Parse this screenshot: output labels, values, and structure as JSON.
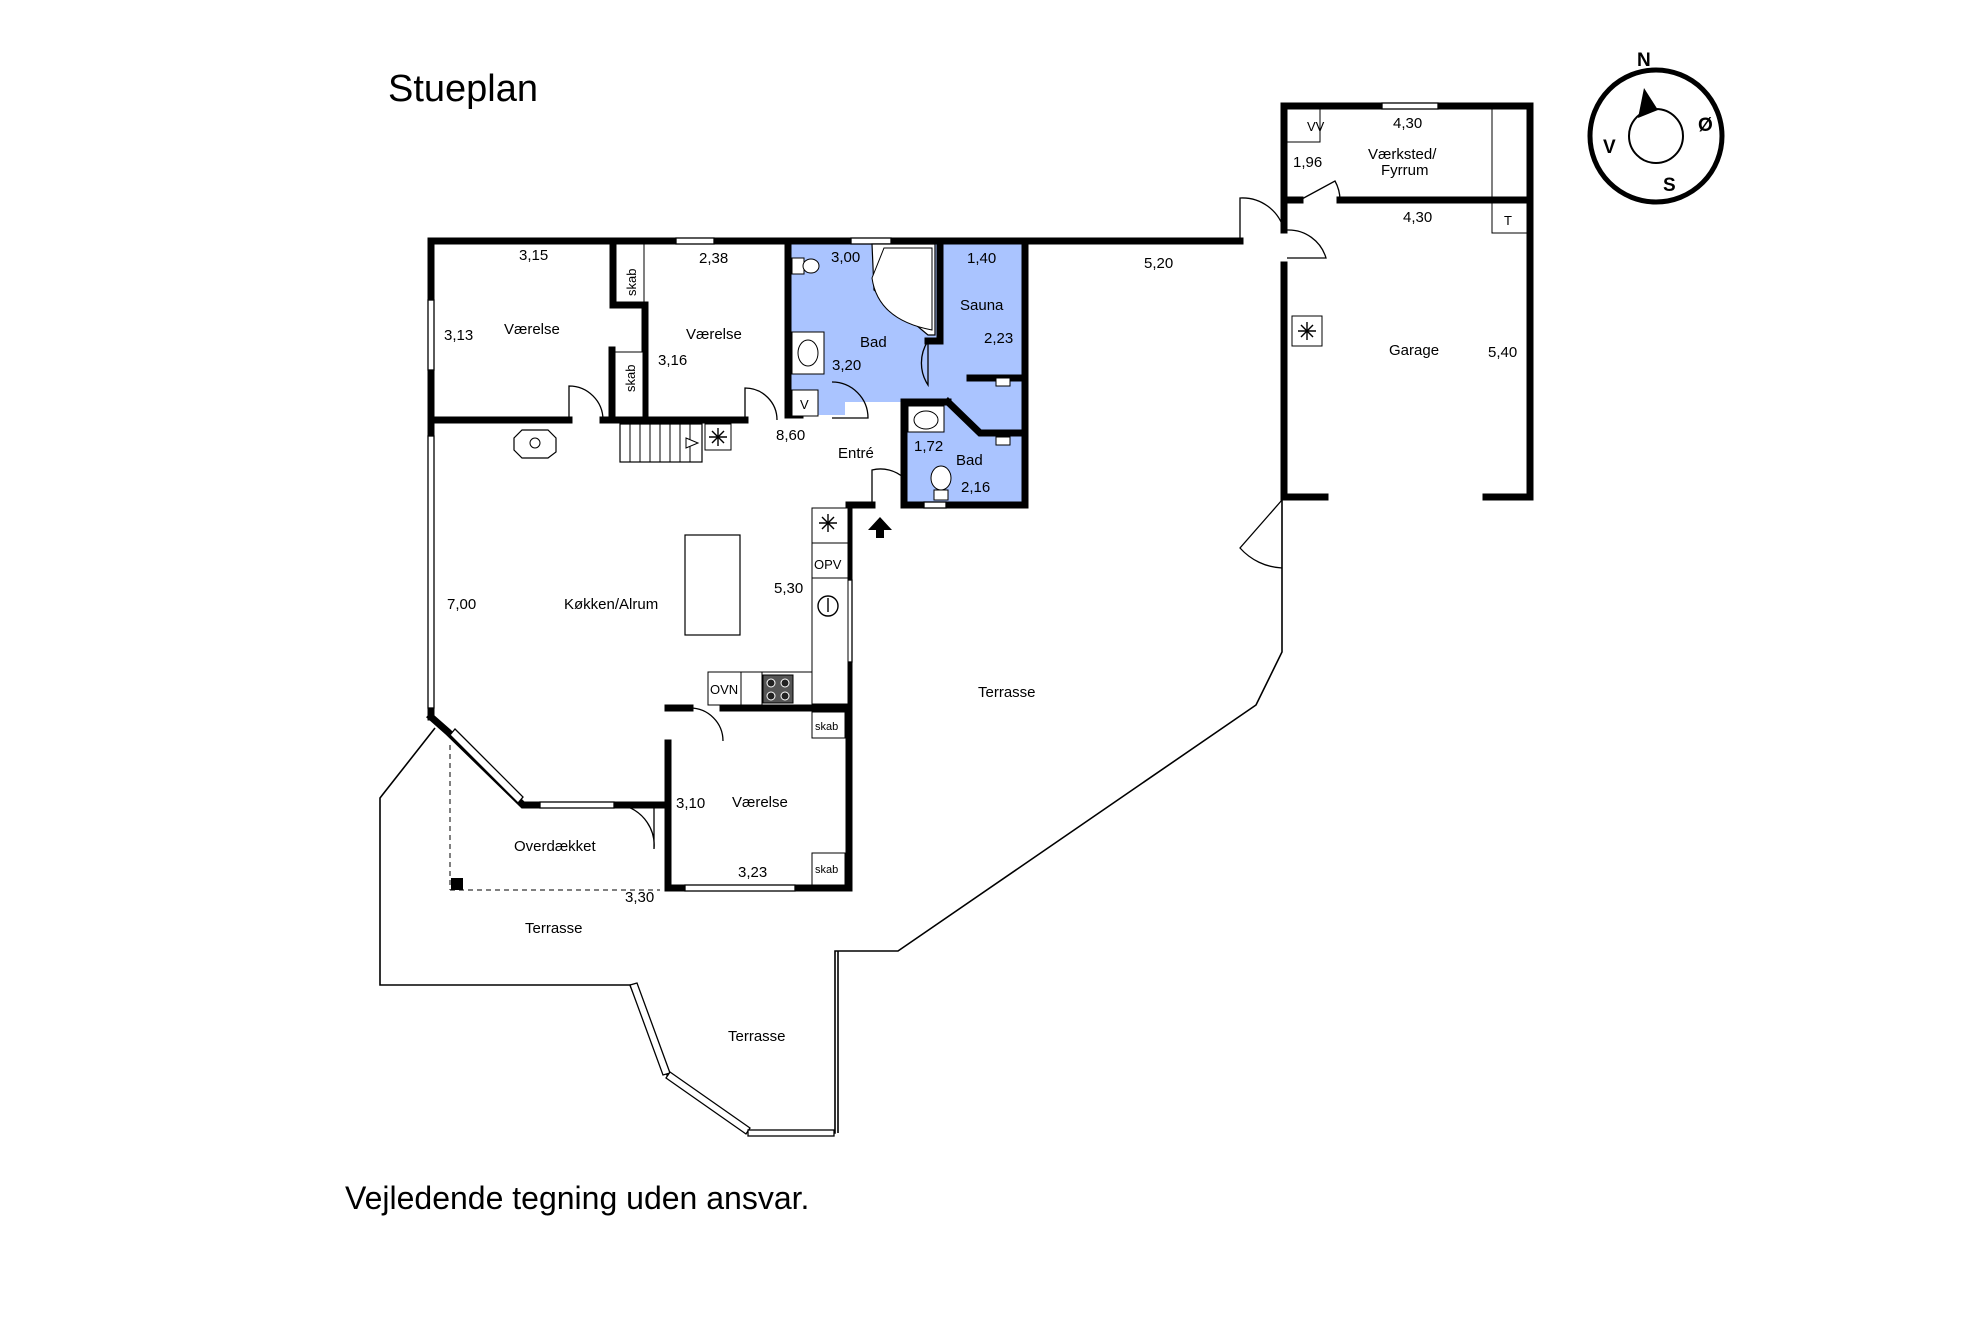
{
  "title": "Stueplan",
  "disclaimer": "Vejledende tegning uden ansvar.",
  "compass": {
    "north": "N",
    "south": "S",
    "east": "Ø",
    "west": "V"
  },
  "rooms": {
    "vaerelse_1": "Værelse",
    "vaerelse_2": "Værelse",
    "bad_1": "Bad",
    "sauna": "Sauna",
    "bad_2": "Bad",
    "entre": "Entré",
    "koekken": "Køkken/Alrum",
    "vaerelse_3": "Værelse",
    "overdaekket": "Overdækket",
    "terrasse_main": "Terrasse",
    "terrasse_left": "Terrasse",
    "terrasse_bottom": "Terrasse",
    "vaerksted_line1": "Værksted/",
    "vaerksted_line2": "Fyrrum",
    "garage": "Garage"
  },
  "fixtures": {
    "skab_1": "skab",
    "skab_2": "skab",
    "skab_3": "skab",
    "skab_4": "skab",
    "v": "V",
    "opv": "OPV",
    "ovn": "OVN",
    "vv": "VV",
    "t": "T"
  },
  "dimensions": {
    "v1_width": "3,15",
    "v1_depth": "3,13",
    "v2_width": "2,38",
    "v2_depth": "3,16",
    "bad1_width": "3,00",
    "bad1_depth": "3,20",
    "sauna_width": "1,40",
    "sauna_depth": "2,23",
    "bad2_width": "1,72",
    "bad2_depth": "2,16",
    "entre": "8,60",
    "terrasse_top": "5,20",
    "koekken_depth": "7,00",
    "koekken_width": "5,30",
    "v3_depth": "3,10",
    "v3_width": "3,23",
    "overdaekket_width": "3,30",
    "vaerksted_width": "4,30",
    "vaerksted_depth": "1,96",
    "garage_width": "4,30",
    "garage_depth": "5,40"
  }
}
